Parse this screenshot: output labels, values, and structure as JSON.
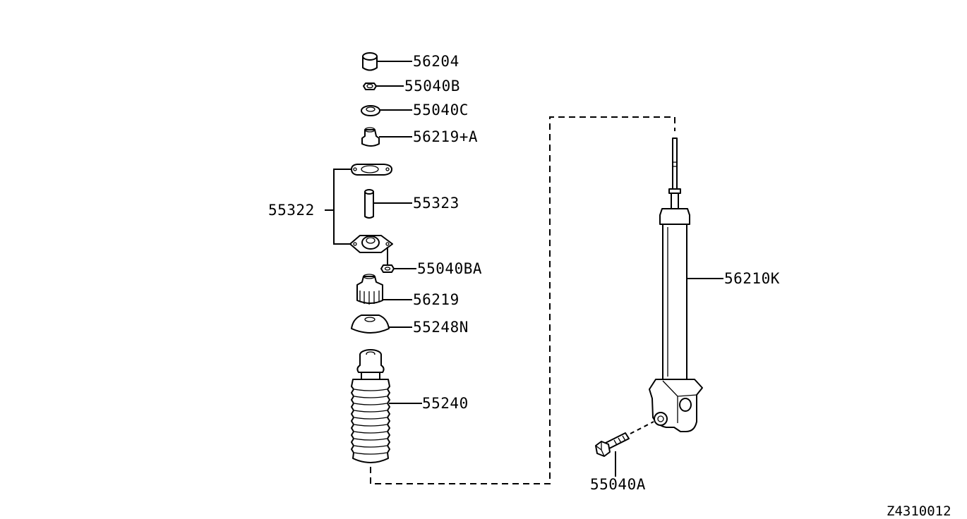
{
  "diagram": {
    "code": "Z4310012",
    "labels": {
      "p56204": "56204",
      "p55040B": "55040B",
      "p55040C": "55040C",
      "p56219A": "56219+A",
      "p55322": "55322",
      "p55323": "55323",
      "p55040BA": "55040BA",
      "p56219": "56219",
      "p55248N": "55248N",
      "p55240": "55240",
      "p56210K": "56210K",
      "p55040A": "55040A"
    }
  }
}
